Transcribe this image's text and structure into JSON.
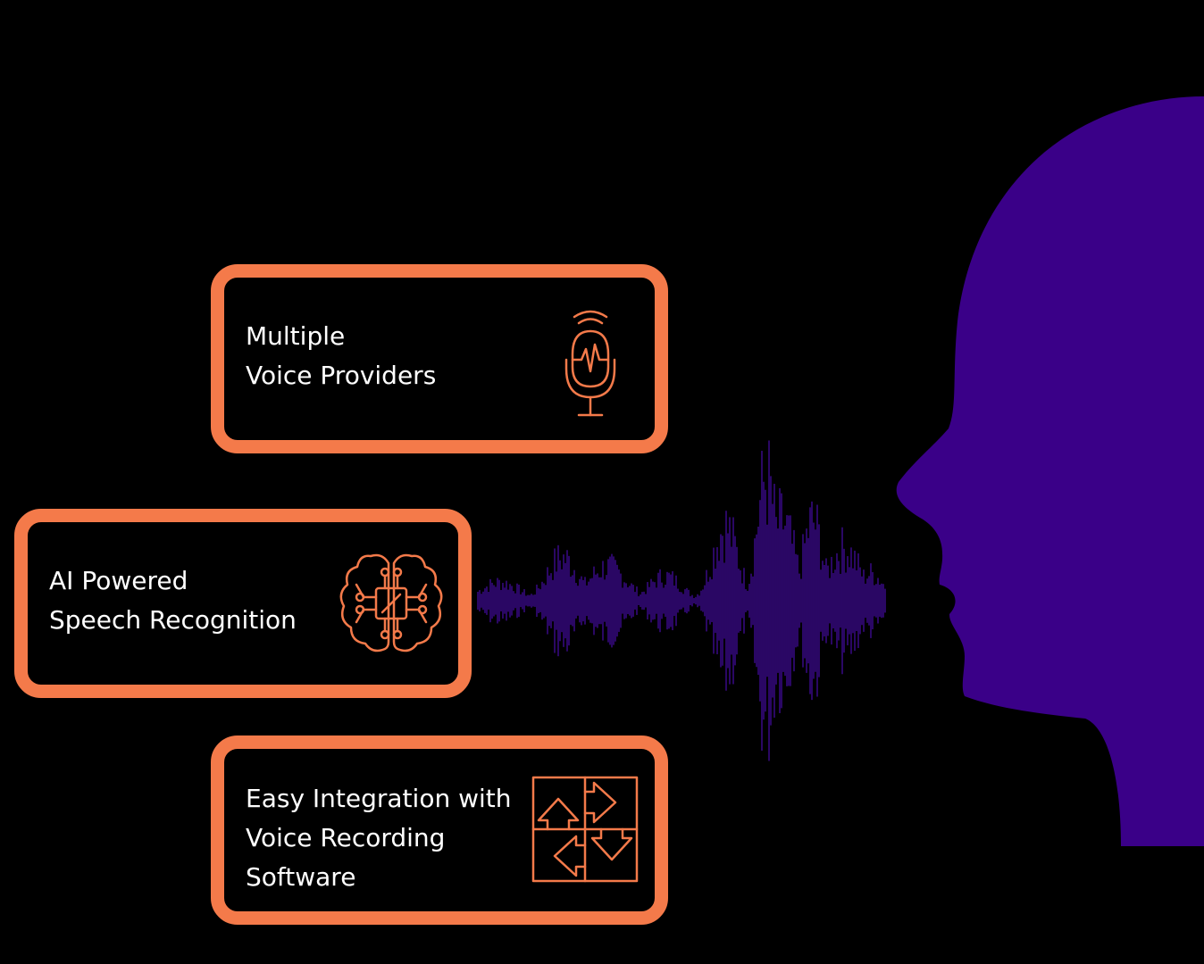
{
  "colors": {
    "background": "#000000",
    "card_border": "#f47a4a",
    "text": "#ffffff",
    "purple": "#3a0088",
    "wave": "#3d0a90"
  },
  "cards": [
    {
      "line1": "Multiple",
      "line2": "Voice Providers",
      "icon": "microphone-icon"
    },
    {
      "line1": "AI Powered",
      "line2": "Speech Recognition",
      "icon": "ai-brain-icon"
    },
    {
      "line1": "Easy Integration with",
      "line2": "Voice Recording",
      "line3": "Software",
      "icon": "puzzle-arrows-icon"
    }
  ]
}
